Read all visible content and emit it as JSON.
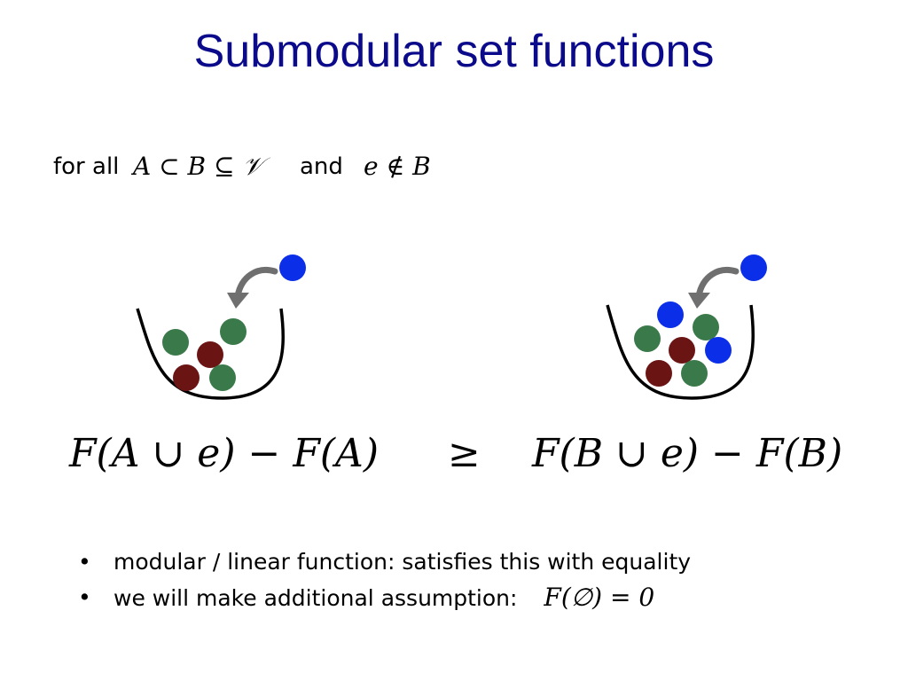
{
  "slide": {
    "title": "Submodular set functions",
    "condition": {
      "prefix": "for all",
      "set_relation": "A ⊂ B ⊆ 𝒱",
      "conjunction": "and",
      "element_condition": "e ∉ B"
    },
    "inequality": {
      "lhs": "F(A ∪ e) − F(A)",
      "relation": "≥",
      "rhs": "F(B ∪ e) − F(B)"
    },
    "bullets": [
      {
        "text": "modular / linear function: satisfies this with equality",
        "math": ""
      },
      {
        "text": "we will make additional assumption:",
        "math": "F(∅) = 0"
      }
    ]
  },
  "colors": {
    "title": "#0a0a8a",
    "ball_green": "#3a7a4a",
    "ball_red": "#6b1414",
    "ball_blue": "#0b2fe8",
    "arrow": "#6f6f6f",
    "bowl": "#000000"
  },
  "icons": {
    "bowl": "bowl-icon",
    "arrow": "curved-arrow-icon",
    "ball": "ball-icon"
  }
}
